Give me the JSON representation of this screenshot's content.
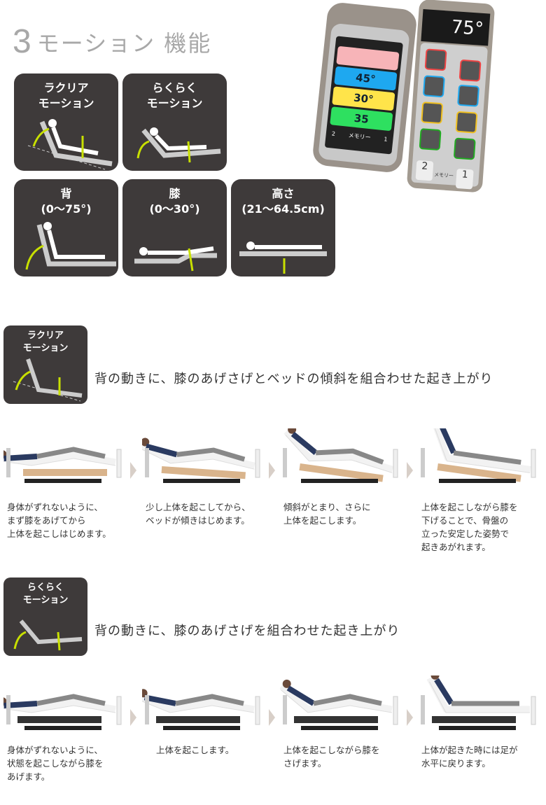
{
  "title": {
    "number": "3",
    "text": "モーション 機能"
  },
  "features": [
    {
      "label1": "ラクリア",
      "label2": "モーション"
    },
    {
      "label1": "らくらく",
      "label2": "モーション"
    },
    {
      "label1": "背",
      "label2": "(0〜75°)"
    },
    {
      "label1": "膝",
      "label2": "(0〜30°)"
    },
    {
      "label1": "高さ",
      "label2": "(21〜64.5cm)"
    }
  ],
  "remote_left": {
    "values": [
      "45°",
      "30°",
      "35"
    ],
    "memory_label": "メモリー",
    "buttons": [
      "2",
      "1"
    ]
  },
  "remote_right": {
    "display": "75°",
    "buttons": [
      "2",
      "1"
    ],
    "memory_label": "メモリー"
  },
  "rakuria": {
    "badge": {
      "label1": "ラクリア",
      "label2": "モーション"
    },
    "heading": "背の動きに、膝のあげさげとベッドの傾斜を組合わせた起き上がり",
    "steps": [
      [
        "身体がずれないように、",
        "まず膝をあげてから",
        "上体を起こしはじめます。"
      ],
      [
        "少し上体を起こしてから、",
        "ベッドが傾きはじめます。"
      ],
      [
        "傾斜がとまり、さらに",
        "上体を起こします。"
      ],
      [
        "上体を起こしながら膝を",
        "下げることで、骨盤の",
        "立った安定した姿勢で",
        "起きあがれます。"
      ]
    ]
  },
  "rakuraku": {
    "badge": {
      "label1": "らくらく",
      "label2": "モーション"
    },
    "heading": "背の動きに、膝のあげさげを組合わせた起き上がり",
    "steps": [
      [
        "身体がずれないように、",
        "状態を起こしながら膝を",
        "あげます。"
      ],
      [
        "上体を起こします。"
      ],
      [
        "上体を起こしながら膝を",
        "さげます。"
      ],
      [
        "上体が起きた時には足が",
        "水平に戻ります。"
      ]
    ]
  },
  "colors": {
    "tile": "#3e3a3a",
    "arrow": "#c8e000",
    "title": "#a8a8a8",
    "pink": "#f7b4b8",
    "blue": "#1ea8f0",
    "yellow": "#ffe44a",
    "green": "#2ee060"
  }
}
